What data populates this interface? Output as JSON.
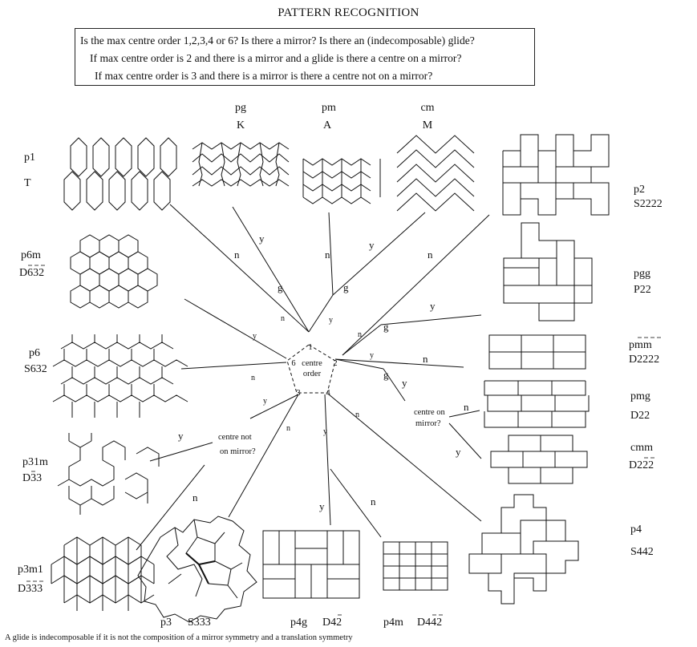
{
  "title": "PATTERN RECOGNITION",
  "questions": [
    "Is the max centre order 1,2,3,4 or 6? Is there a mirror? Is there an (indecomposable) glide?",
    "If max  centre order is 2 and there is a mirror and a glide is there a centre on a mirror?",
    "If max centre order is 3 and there is a mirror is there a centre not on a mirror?"
  ],
  "hub": {
    "label_line1": "centre",
    "label_line2": "order",
    "orders": [
      "1",
      "2",
      "3",
      "4",
      "6"
    ]
  },
  "decisions": {
    "centre_on_mirror": [
      "centre on",
      "mirror?"
    ],
    "centre_not_on_mirror": [
      "centre not",
      "on mirror?"
    ]
  },
  "edge_labels": {
    "yes": "y",
    "no": "n",
    "glide": "g"
  },
  "groups": {
    "p1": {
      "name": "p1",
      "notation": "T"
    },
    "pg": {
      "name": "pg",
      "notation": "K"
    },
    "pm": {
      "name": "pm",
      "notation": "A"
    },
    "cm": {
      "name": "cm",
      "notation": "M"
    },
    "p2": {
      "name": "p2",
      "notation": "S2222"
    },
    "p6m": {
      "name": "p6m",
      "notation": "D632"
    },
    "pgg": {
      "name": "pgg",
      "notation": "P22"
    },
    "p6": {
      "name": "p6",
      "notation": "S632"
    },
    "pmm": {
      "name": "pmm",
      "notation": "D2222"
    },
    "pmg": {
      "name": "pmg",
      "notation": "D22"
    },
    "p31m": {
      "name": "p31m",
      "notation": "D33"
    },
    "cmm": {
      "name": "cmm",
      "notation": "D222"
    },
    "p4": {
      "name": "p4",
      "notation": "S442"
    },
    "p3m1": {
      "name": "p3m1",
      "notation": "D333"
    },
    "p3": {
      "name": "p3",
      "notation": "S333"
    },
    "p4g": {
      "name": "p4g",
      "notation": "D42"
    },
    "p4m": {
      "name": "p4m",
      "notation": "D442"
    }
  },
  "footnote": "A glide is indecomposable if it is not the composition of a mirror symmetry and a translation symmetry"
}
